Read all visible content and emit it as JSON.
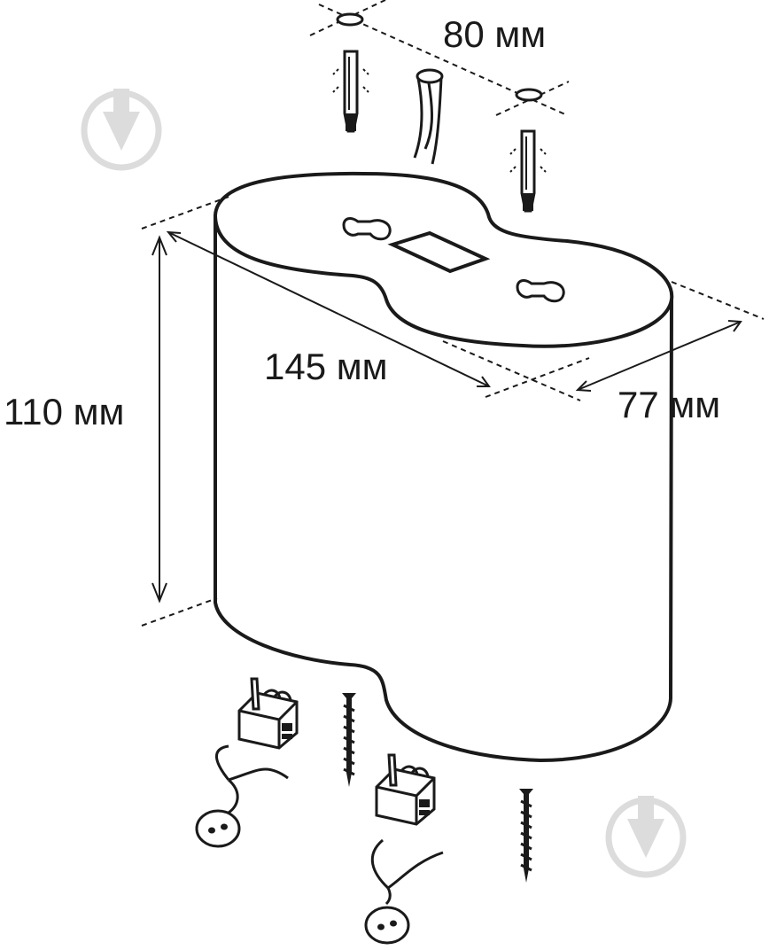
{
  "dimensions": {
    "top_spacing": "80 мм",
    "length": "145 мм",
    "depth": "77 мм",
    "height": "110 мм"
  },
  "colors": {
    "stroke": "#1a1a1a",
    "watermark": "#d9d9d9",
    "background": "#ffffff"
  },
  "icons": [
    "dowel-icon",
    "screw-icon",
    "cable-icon",
    "terminal-connector-icon",
    "watermark-icon"
  ]
}
